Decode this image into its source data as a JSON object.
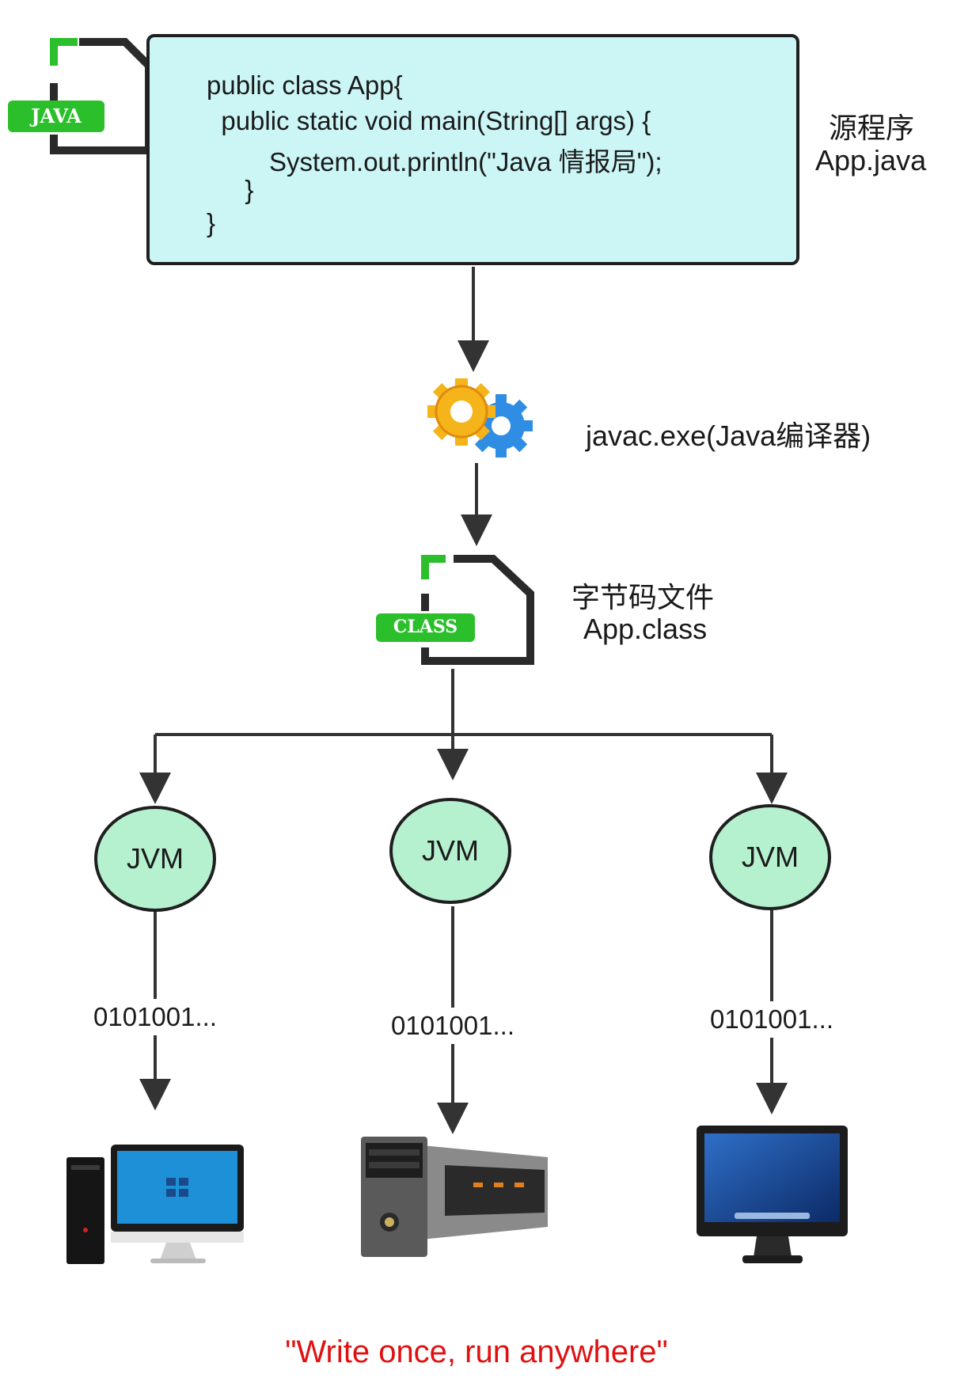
{
  "source": {
    "code_lines": [
      "public class App{",
      "  public static void main(String[] args) {",
      "      System.out.println(\"Java 情报局\");",
      "  }",
      "}"
    ],
    "caption_line1": "源程序",
    "caption_line2": "App.java",
    "file_badge": "JAVA"
  },
  "compiler": {
    "label": "javac.exe(Java编译器)",
    "icon": "gears-icon"
  },
  "bytecode": {
    "caption_line1": "字节码文件",
    "caption_line2": "App.class",
    "file_badge": "CLASS"
  },
  "jvms": [
    {
      "label": "JVM",
      "binary": "0101001...",
      "device": "windows-desktop-icon"
    },
    {
      "label": "JVM",
      "binary": "0101001...",
      "device": "server-rack-icon"
    },
    {
      "label": "JVM",
      "binary": "0101001...",
      "device": "mac-monitor-icon"
    }
  ],
  "slogan": "\"Write once, run anywhere\"",
  "colors": {
    "code_bg": "#ccf6f6",
    "jvm_bg": "#b5f0cf",
    "badge_green": "#2bbf2b",
    "slogan_red": "#e01010"
  }
}
